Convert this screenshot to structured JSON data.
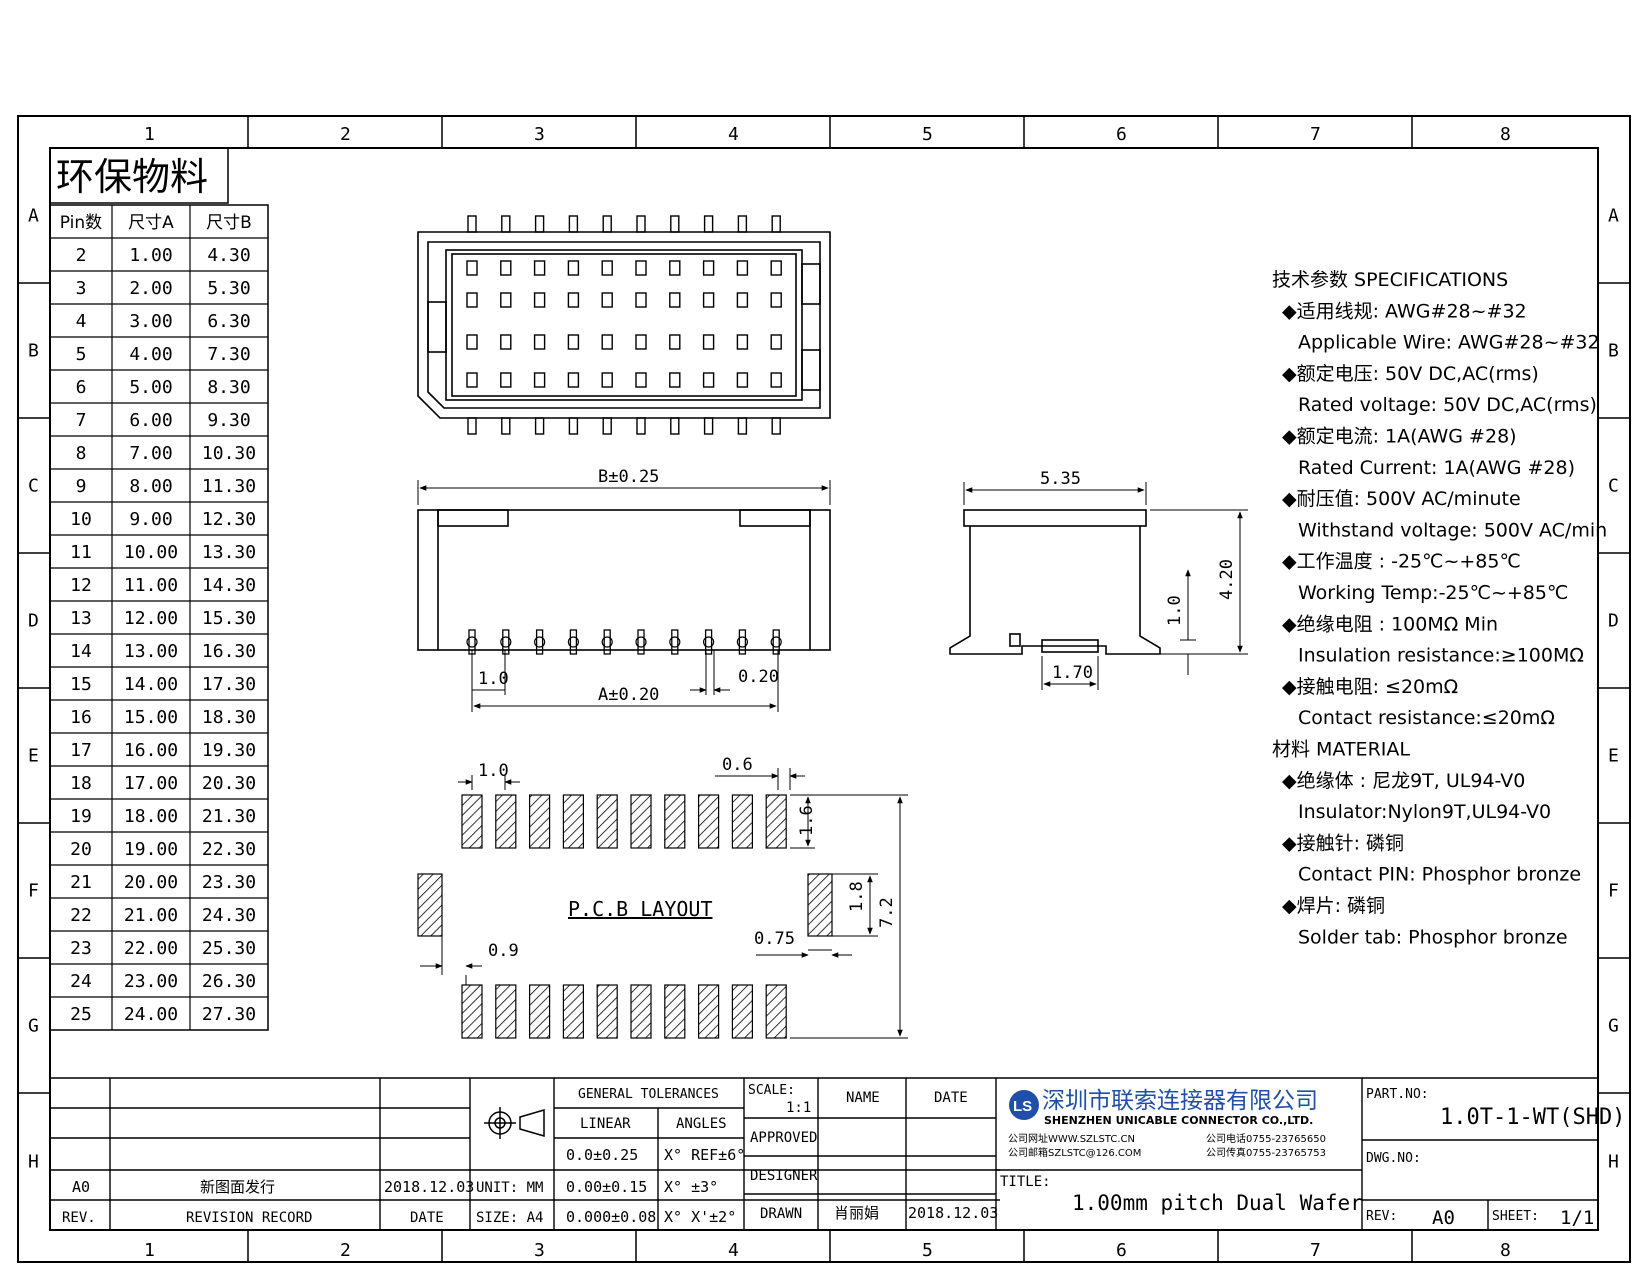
{
  "border": {
    "columns": [
      "1",
      "2",
      "3",
      "4",
      "5",
      "6",
      "7",
      "8"
    ],
    "rows": [
      "A",
      "B",
      "C",
      "D",
      "E",
      "F",
      "G",
      "H"
    ]
  },
  "eco_label": "环保物料",
  "size_table": {
    "headers": [
      "Pin数",
      "尺寸A",
      "尺寸B"
    ],
    "rows": [
      [
        "2",
        "1.00",
        "4.30"
      ],
      [
        "3",
        "2.00",
        "5.30"
      ],
      [
        "4",
        "3.00",
        "6.30"
      ],
      [
        "5",
        "4.00",
        "7.30"
      ],
      [
        "6",
        "5.00",
        "8.30"
      ],
      [
        "7",
        "6.00",
        "9.30"
      ],
      [
        "8",
        "7.00",
        "10.30"
      ],
      [
        "9",
        "8.00",
        "11.30"
      ],
      [
        "10",
        "9.00",
        "12.30"
      ],
      [
        "11",
        "10.00",
        "13.30"
      ],
      [
        "12",
        "11.00",
        "14.30"
      ],
      [
        "13",
        "12.00",
        "15.30"
      ],
      [
        "14",
        "13.00",
        "16.30"
      ],
      [
        "15",
        "14.00",
        "17.30"
      ],
      [
        "16",
        "15.00",
        "18.30"
      ],
      [
        "17",
        "16.00",
        "19.30"
      ],
      [
        "18",
        "17.00",
        "20.30"
      ],
      [
        "19",
        "18.00",
        "21.30"
      ],
      [
        "20",
        "19.00",
        "22.30"
      ],
      [
        "21",
        "20.00",
        "23.30"
      ],
      [
        "22",
        "21.00",
        "24.30"
      ],
      [
        "23",
        "22.00",
        "25.30"
      ],
      [
        "24",
        "23.00",
        "26.30"
      ],
      [
        "25",
        "24.00",
        "27.30"
      ]
    ]
  },
  "dimensions": {
    "b_width": "B±0.25",
    "a_width": "A±0.20",
    "pitch_front": "1.0",
    "pin_width": "0.20",
    "side_width": "5.35",
    "side_height": "4.20",
    "side_standoff": "1.0",
    "side_tab": "1.70",
    "pcb_pitch": "1.0",
    "pcb_pad_width": "0.6",
    "pcb_pad_len": "1.6",
    "pcb_tab_len": "1.8",
    "pcb_total": "7.2",
    "pcb_tab_gap": "0.9",
    "pcb_tab_width": "0.75",
    "pcb_label": "P.C.B LAYOUT"
  },
  "specs": [
    "技术参数  SPECIFICATIONS",
    "◆适用线规: AWG#28~#32",
    "Applicable Wire: AWG#28~#32",
    "◆额定电压: 50V DC,AC(rms)",
    "Rated voltage: 50V DC,AC(rms)",
    "◆额定电流: 1A(AWG #28)",
    "Rated Current: 1A(AWG #28)",
    "◆耐压值: 500V AC/minute",
    "Withstand voltage: 500V AC/min",
    "◆工作温度 : -25℃~+85℃",
    "Working Temp:-25℃~+85℃",
    "◆绝缘电阻 : 100MΩ Min",
    "Insulation resistance:≥100MΩ",
    "◆接触电阻: ≤20mΩ",
    "Contact resistance:≤20mΩ",
    "材料  MATERIAL",
    "◆绝缘体 : 尼龙9T, UL94-V0",
    "Insulator:Nylon9T,UL94-V0",
    "◆接触针: 磷铜",
    "Contact PIN: Phosphor bronze",
    "◆焊片: 磷铜",
    "Solder tab: Phosphor bronze"
  ],
  "title_block": {
    "rev_row": {
      "rev": "A0",
      "record": "新图面发行",
      "date": "2018.12.03"
    },
    "rev_header": {
      "rev": "REV.",
      "record": "REVISION RECORD",
      "date": "DATE"
    },
    "unit": "UNIT: MM",
    "size": "SIZE: A4",
    "general_tolerances": "GENERAL TOLERANCES",
    "linear": "LINEAR",
    "angles": "ANGLES",
    "tol_rows": [
      [
        "0.0±0.25",
        "X° REF±6°"
      ],
      [
        "0.00±0.15",
        "X° ±3°"
      ],
      [
        "0.000±0.08",
        "X° X'±2°"
      ]
    ],
    "scale_label": "SCALE:",
    "scale_value": "1:1",
    "name_label": "NAME",
    "date_label": "DATE",
    "approved": "APPROVED",
    "designer": "DESIGNER",
    "drawn": "DRAWN",
    "drawn_name": "肖丽娟",
    "drawn_date": "2018.12.03",
    "company_cn": "深圳市联索连接器有限公司",
    "company_en": "SHENZHEN UNICABLE CONNECTOR CO.,LTD.",
    "web": "公司网址WWW.SZLSTC.CN",
    "mail": "公司邮箱SZLSTC@126.COM",
    "tel": "公司电话0755-23765650",
    "fax": "公司传真0755-23765753",
    "title_label": "TITLE:",
    "title": "1.00mm pitch Dual Wafer",
    "part_no_label": "PART.NO:",
    "part_no": "1.0T-1-WT(SHD)",
    "dwg_no_label": "DWG.NO:",
    "rev_label": "REV:",
    "rev_value": "A0",
    "sheet_label": "SHEET:",
    "sheet_value": "1/1"
  },
  "colors": {
    "ink": "#000000",
    "logo_blue": "#1f4fa8"
  }
}
